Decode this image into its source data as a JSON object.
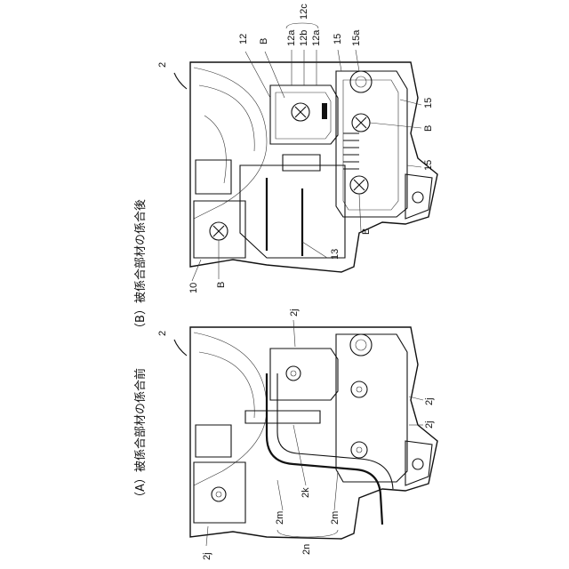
{
  "panel_a": {
    "caption": "（A）被係合部材の係合前",
    "labels": {
      "n2": "2",
      "j_top": "2j",
      "j_mid1": "2j",
      "j_mid2": "2j",
      "j_left": "2j",
      "k": "2k",
      "m1": "2m",
      "m2": "2m",
      "n": "2n"
    }
  },
  "panel_b": {
    "caption": "（B）被係合部材の係合後",
    "labels": {
      "n2": "2",
      "b_top": "B",
      "n12": "12",
      "n12a_1": "12a",
      "n12b": "12b",
      "n12a_2": "12a",
      "n12c": "12c",
      "n15_top": "15",
      "n15a": "15a",
      "n15_r1": "15",
      "b_r": "B",
      "n15_r2": "15",
      "b_mid": "B",
      "n13": "13",
      "n10": "10",
      "b_left": "B"
    }
  }
}
